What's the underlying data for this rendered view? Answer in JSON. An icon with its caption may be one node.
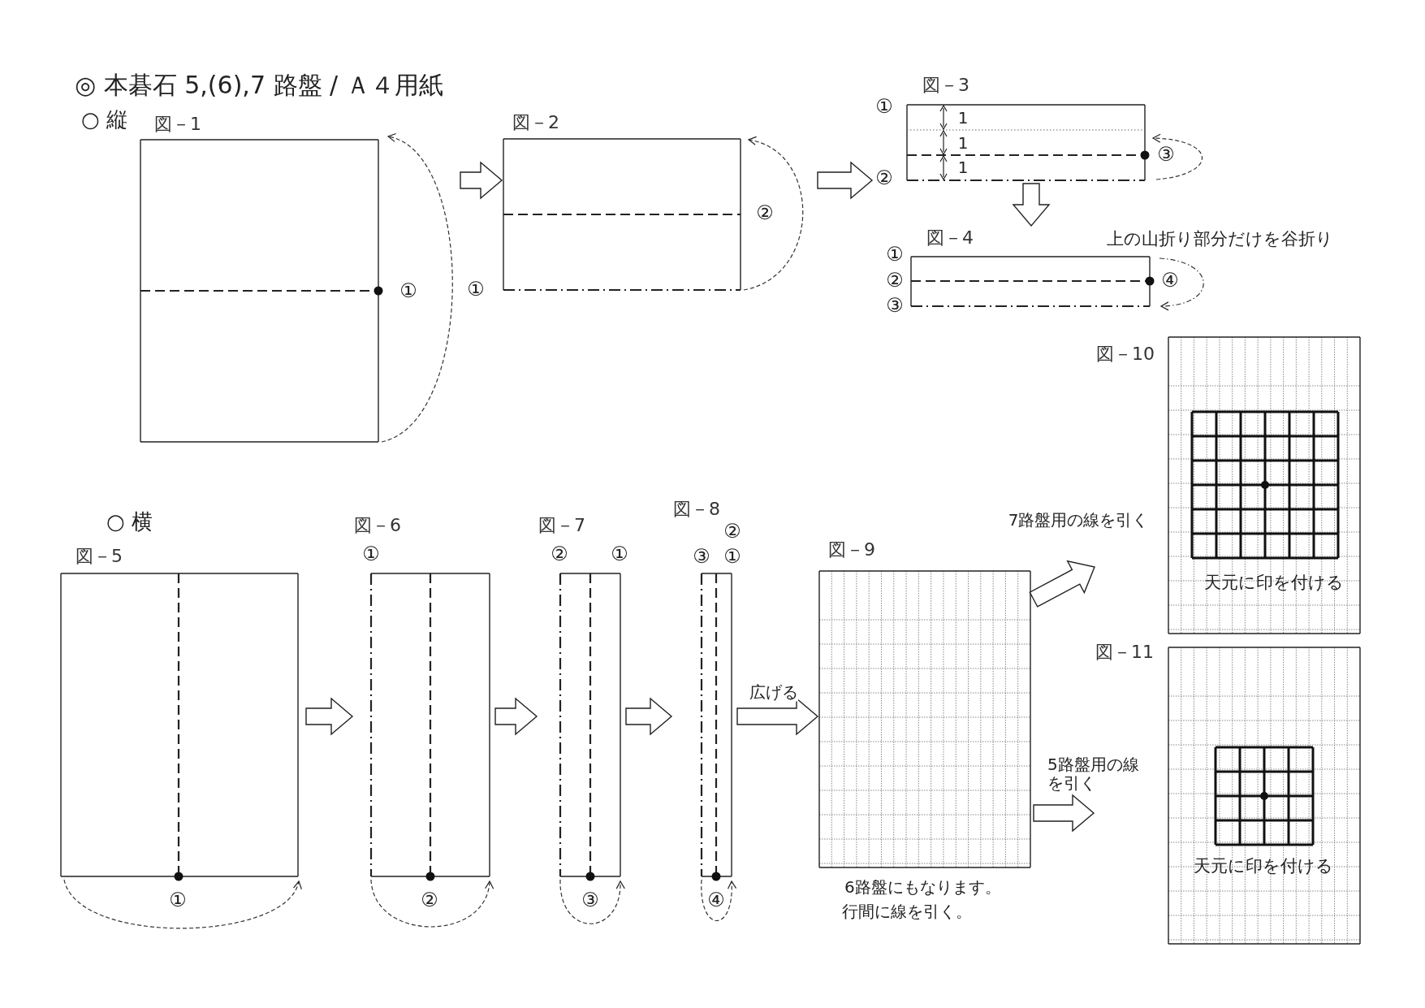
{
  "diagram": {
    "title": "◎ 本碁石 5,(6),7 路盤 / Ａ４用紙",
    "nodes": [
      {
        "text": [
          "図－1"
        ]
      },
      {
        "text": [
          "図－2"
        ]
      },
      {
        "text": [
          "図－3"
        ]
      },
      {
        "text": [
          "図－4"
        ]
      },
      {
        "text": [
          "図－5"
        ]
      },
      {
        "text": [
          "図－6"
        ]
      },
      {
        "text": [
          "図－7"
        ]
      },
      {
        "text": [
          "図－8"
        ]
      },
      {
        "text": [
          "図－9"
        ],
        "beside": [
          "6路盤にもなります。",
          "行間に線を引く。"
        ]
      },
      {
        "text": [
          "図－10"
        ]
      },
      {
        "text": [
          "図－11"
        ]
      }
    ],
    "edges": [
      {
        "from": 0,
        "to": 1,
        "arrow": "to"
      },
      {
        "from": 1,
        "to": 2,
        "arrow": "to"
      },
      {
        "from": 2,
        "to": 3,
        "arrow": "to"
      },
      {
        "from": 4,
        "to": 5,
        "arrow": "to"
      },
      {
        "from": 5,
        "to": 6,
        "arrow": "to"
      },
      {
        "from": 6,
        "to": 7,
        "arrow": "to"
      },
      {
        "from": 7,
        "to": 8,
        "arrow": "to",
        "label": "広げる"
      },
      {
        "from": 8,
        "to": 9,
        "arrow": "to",
        "label": "7路盤用の線を引く"
      },
      {
        "from": 8,
        "to": 10,
        "arrow": "to",
        "label": "5路盤用の線を引く"
      }
    ],
    "labels": [
      "○ 縦",
      "①",
      "①",
      "②",
      "①",
      "1",
      "1",
      "1",
      "③",
      "②",
      "上の山折り部分だけを谷折り",
      "①",
      "②",
      "④",
      "③",
      "○ 横",
      "①",
      "①",
      "②",
      "②",
      "①",
      "③",
      "②",
      "③",
      "①",
      "④",
      "天元に印を付ける",
      "天元に印を付ける"
    ]
  }
}
